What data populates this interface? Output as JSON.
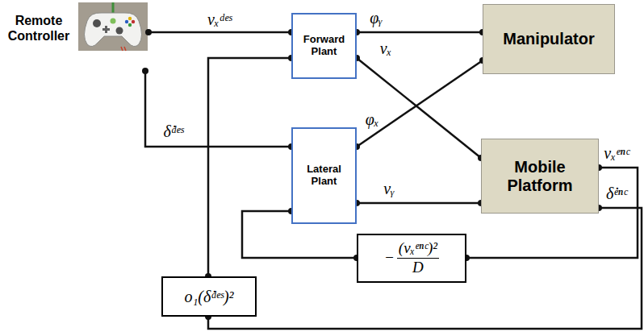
{
  "diagram": {
    "nodes": [
      {
        "text": [
          "Remote Controller"
        ]
      },
      {
        "text": [
          "Forward Plant"
        ]
      },
      {
        "text": [
          "Manipulator"
        ]
      },
      {
        "text": [
          "Lateral Plant"
        ]
      },
      {
        "text": [
          "Mobile Platform"
        ]
      },
      {
        "text": [
          "−",
          "(vₓᵉⁿᶜ)²",
          "D"
        ]
      },
      {
        "text": [
          "o₁(δ̇ᵈᵉˢ)²"
        ]
      }
    ],
    "edges": [
      {
        "from": 0,
        "to": 1,
        "arrow": "none",
        "label": "vₓᵈᵉˢ"
      },
      {
        "from": 0,
        "to": 3,
        "arrow": "none",
        "label": "δ̇ᵈᵉˢ"
      },
      {
        "from": 1,
        "to": 2,
        "arrow": "none",
        "label": "φᵧ"
      },
      {
        "from": 1,
        "to": 4,
        "arrow": "none",
        "label": "vₓ"
      },
      {
        "from": 3,
        "to": 2,
        "arrow": "none",
        "label": "φₓ"
      },
      {
        "from": 3,
        "to": 4,
        "arrow": "none",
        "label": "vᵧ"
      },
      {
        "from": 4,
        "to": 5,
        "arrow": "none",
        "label": "vₓᵉⁿᶜ"
      },
      {
        "from": 4,
        "to": 6,
        "arrow": "none",
        "label": "δ̇ᵉⁿᶜ"
      },
      {
        "from": 5,
        "to": 3,
        "arrow": "none"
      },
      {
        "from": 6,
        "to": 1,
        "arrow": "none"
      }
    ]
  }
}
